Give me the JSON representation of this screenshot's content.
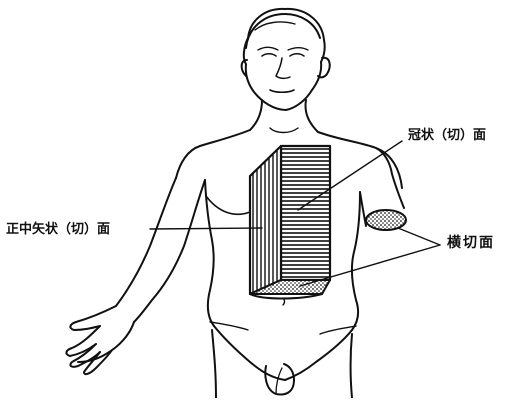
{
  "labels": {
    "coronal": "冠状（切）面",
    "sagittal": "正中矢状（切）面",
    "transverse": "横切面"
  },
  "colors": {
    "ink": "#111111",
    "background": "#ffffff"
  }
}
